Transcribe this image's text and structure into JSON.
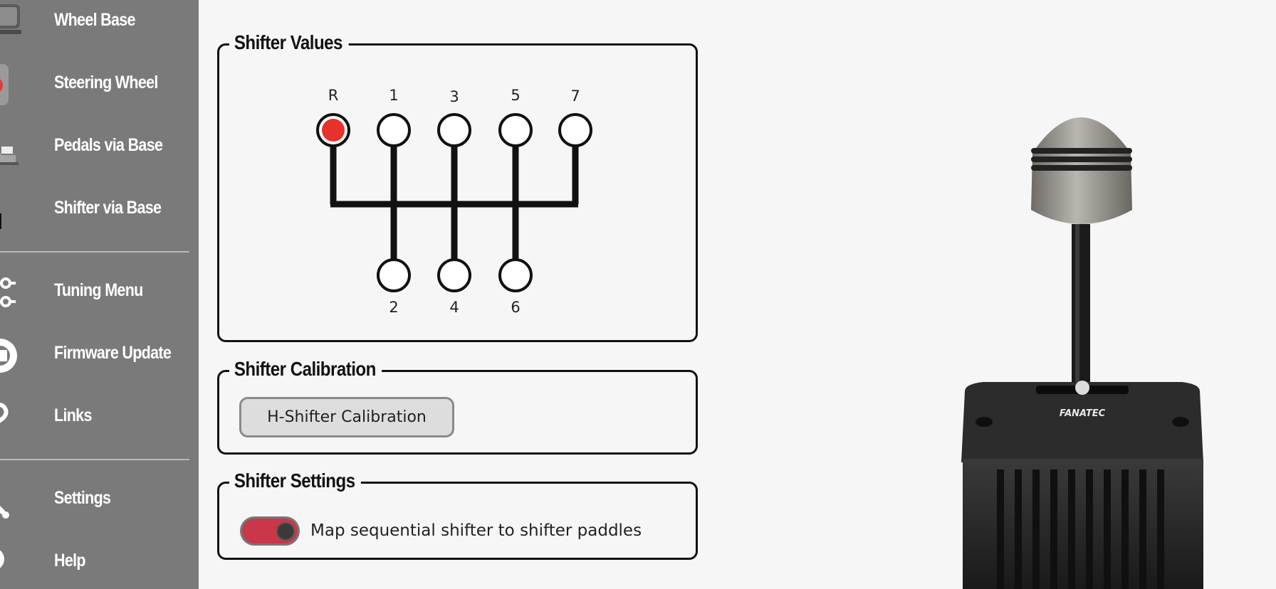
{
  "sidebar": {
    "items": [
      {
        "label": "Wheel Base",
        "icon": "wheel-base-icon"
      },
      {
        "label": "Steering Wheel",
        "icon": "steering-wheel-icon"
      },
      {
        "label": "Pedals via Base",
        "icon": "pedals-icon"
      },
      {
        "label": "Shifter via Base",
        "icon": "shifter-icon"
      },
      {
        "label": "Tuning Menu",
        "icon": "tuning-sliders-icon"
      },
      {
        "label": "Firmware Update",
        "icon": "firmware-chip-icon"
      },
      {
        "label": "Links",
        "icon": "link-icon"
      },
      {
        "label": "Settings",
        "icon": "wrench-icon"
      },
      {
        "label": "Help",
        "icon": "help-icon"
      }
    ]
  },
  "shifter_values": {
    "title": "Shifter Values",
    "top_gears": [
      "R",
      "1",
      "3",
      "5",
      "7"
    ],
    "bottom_gears": [
      "2",
      "4",
      "6"
    ],
    "active_gear": "R",
    "active_color": "#e8312b"
  },
  "shifter_calibration": {
    "title": "Shifter Calibration",
    "button_label": "H-Shifter Calibration"
  },
  "shifter_settings": {
    "title": "Shifter Settings",
    "toggle_label": "Map sequential shifter to shifter paddles",
    "toggle_on": true,
    "toggle_color": "#c8384a"
  },
  "product": {
    "brand": "FANATEC"
  }
}
